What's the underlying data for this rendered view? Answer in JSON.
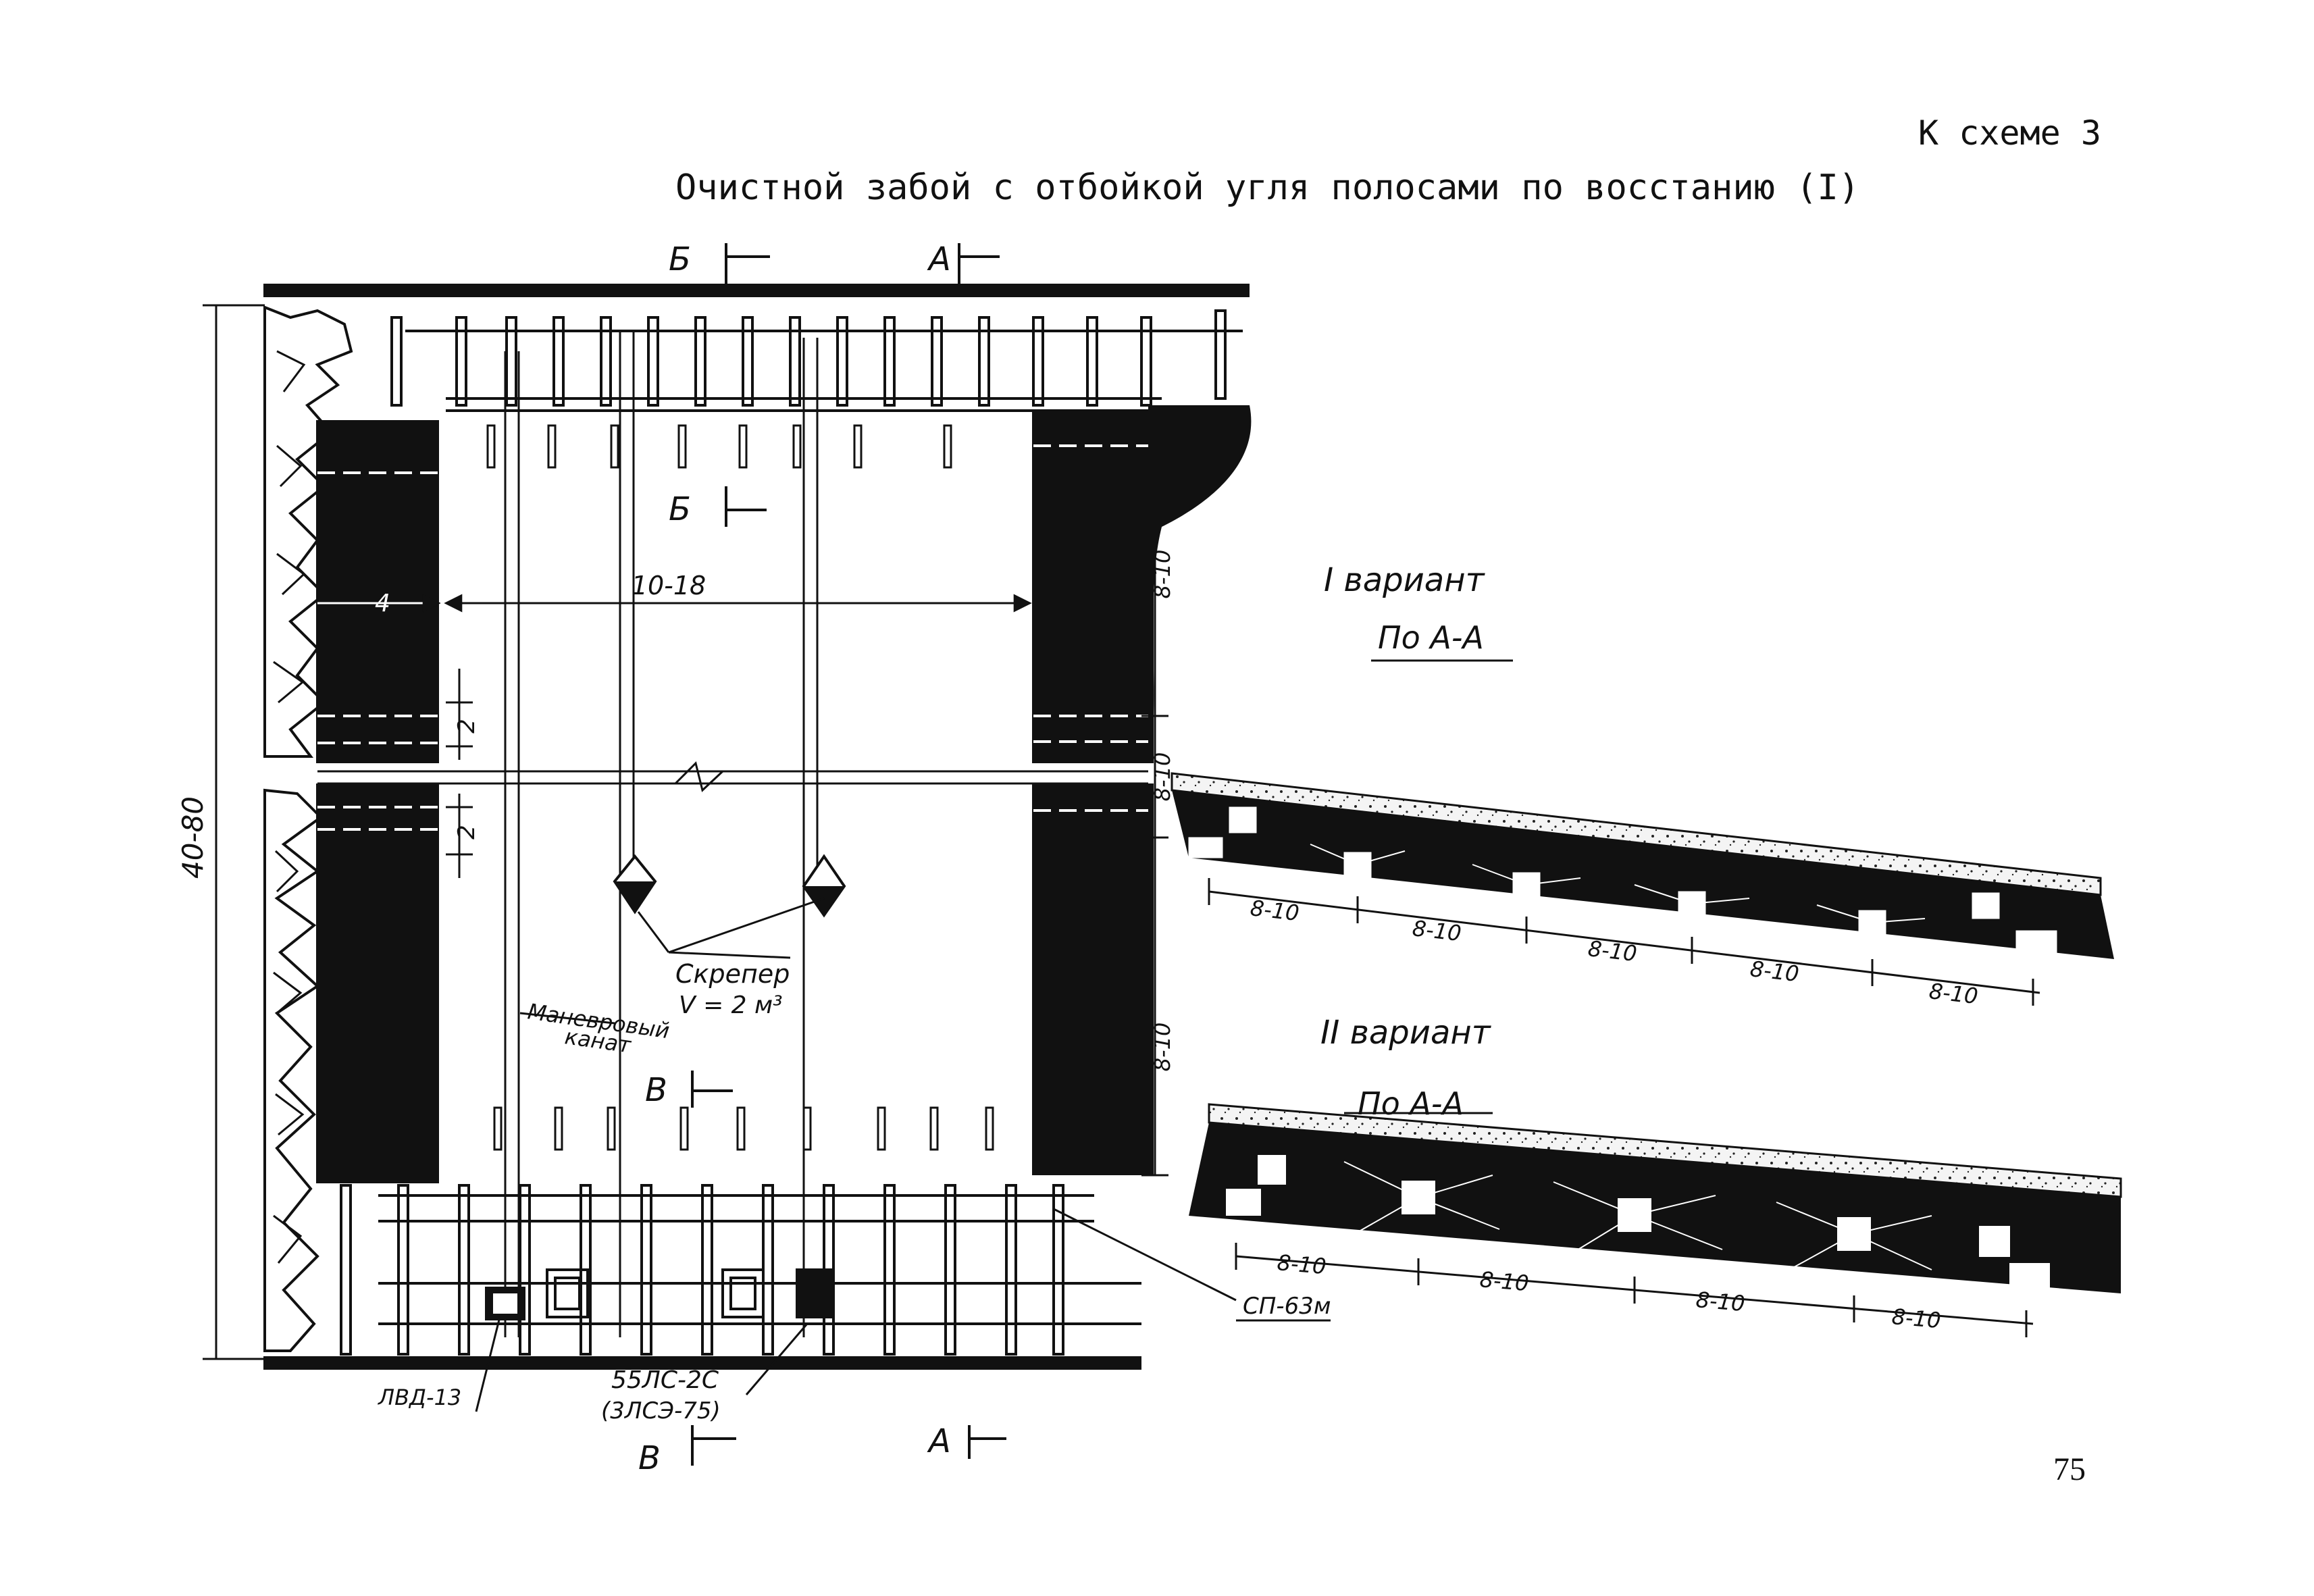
{
  "header": {
    "scheme_ref": "К схеме 3",
    "title": "Очистной забой с отбойкой угля полосами по восстанию (I)"
  },
  "page_number": "75",
  "plan": {
    "section_marks": {
      "b_top": "Б",
      "a_top": "А",
      "b_mid": "Б",
      "v_mid": "В",
      "v_bottom": "В",
      "a_bottom": "А"
    },
    "dims": {
      "total_height": "40-80",
      "pillar_width": "4",
      "strip_width": "10-18",
      "gap_upper": "2",
      "gap_lower": "2",
      "right_upper": "8-10",
      "right_mid": "8-10",
      "right_lower": "8-10"
    },
    "labels": {
      "scraper": "Скрепер",
      "scraper_volume": "V = 2 м³",
      "rope_line1": "Маневровый",
      "rope_line2": "канат",
      "support": "СП-63м",
      "winch": "ЛВД-13",
      "loader_line1": "55ЛС-2С",
      "loader_line2": "(3ЛСЭ-75)"
    }
  },
  "variant1": {
    "title": "I вариант",
    "subtitle": "По А-А",
    "dims": [
      "8-10",
      "8-10",
      "8-10",
      "8-10",
      "8-10"
    ]
  },
  "variant2": {
    "title": "II вариант",
    "subtitle": "По А-А",
    "dims": [
      "8-10",
      "8-10",
      "8-10",
      "8-10"
    ]
  }
}
